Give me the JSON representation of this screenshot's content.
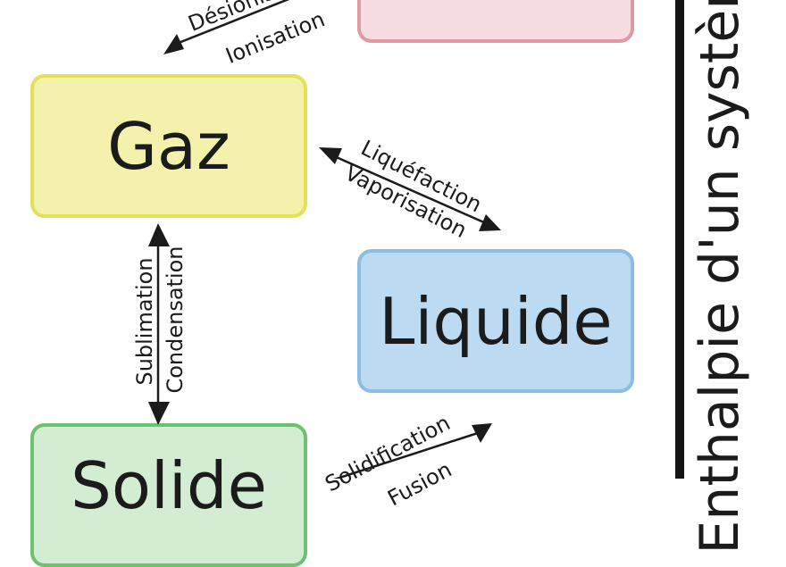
{
  "states": {
    "gaz": "Gaz",
    "liquide": "Liquide",
    "solide": "Solide"
  },
  "transitions": {
    "plasma_gaz": [
      "Désionisation",
      "Ionisation"
    ],
    "gaz_liquide": [
      "Liquéfaction",
      "Vaporisation"
    ],
    "gaz_solide": [
      "Sublimation",
      "Condensation"
    ],
    "liquide_solide": [
      "Solidification",
      "Fusion"
    ]
  },
  "axis_label": "Enthalpie d'un système",
  "colors": {
    "plasma_fill": "#f5dde1",
    "plasma_border": "#df9aa3",
    "gaz_fill": "#f3f1ab",
    "gaz_border": "#e5e157",
    "liquide_fill": "#bcdbf3",
    "liquide_border": "#8cbde6",
    "solide_fill": "#d2edd1",
    "solide_border": "#6dc26f"
  }
}
